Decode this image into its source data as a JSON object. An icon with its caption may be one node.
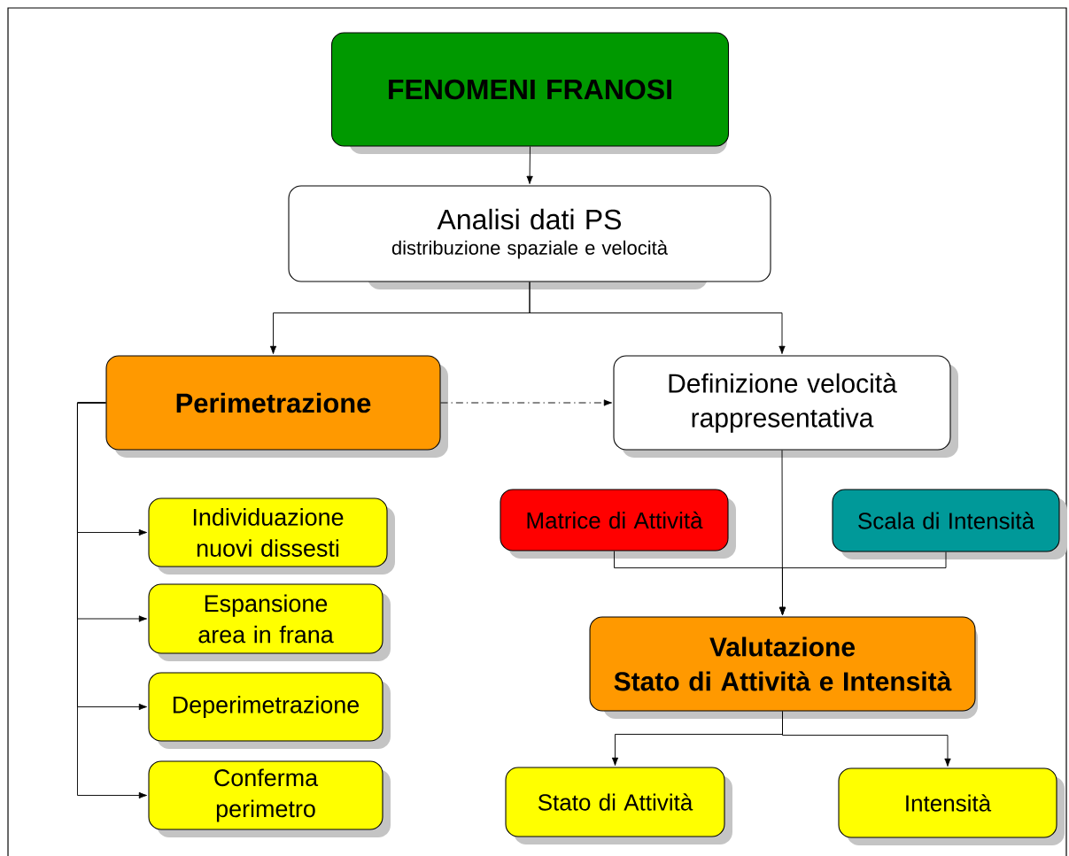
{
  "diagram": {
    "nodes": [
      {
        "text": [
          "FENOMENI FRANOSI"
        ]
      },
      {
        "text": [
          "Analisi dati PS",
          "distribuzione spaziale e velocità"
        ]
      },
      {
        "text": [
          "Perimetrazione"
        ]
      },
      {
        "text": [
          "Definizione velocità rappresentativa"
        ]
      },
      {
        "text": [
          "Individuazione nuovi dissesti"
        ]
      },
      {
        "text": [
          "Espansione area in frana"
        ]
      },
      {
        "text": [
          "Deperimetrazione"
        ]
      },
      {
        "text": [
          "Conferma perimetro"
        ]
      },
      {
        "text": [
          "Matrice di Attività"
        ]
      },
      {
        "text": [
          "Scala di Intensità"
        ]
      },
      {
        "text": [
          "Valutazione",
          "Stato di Attività e Intensità"
        ]
      },
      {
        "text": [
          "Stato di Attività"
        ]
      },
      {
        "text": [
          "Intensità"
        ]
      }
    ],
    "edges": [
      {
        "from": 0,
        "to": 1,
        "arrow": "to"
      },
      {
        "from": 1,
        "to": 2,
        "arrow": "to"
      },
      {
        "from": 1,
        "to": 3,
        "arrow": "to"
      },
      {
        "from": 2,
        "to": 3,
        "arrow": "to",
        "style": "dashed"
      },
      {
        "from": 2,
        "to": 4,
        "arrow": "to"
      },
      {
        "from": 2,
        "to": 5,
        "arrow": "to"
      },
      {
        "from": 2,
        "to": 6,
        "arrow": "to"
      },
      {
        "from": 2,
        "to": 7,
        "arrow": "to"
      },
      {
        "from": 3,
        "to": 10,
        "arrow": "to"
      },
      {
        "from": 8,
        "to": 10,
        "arrow": "to"
      },
      {
        "from": 9,
        "to": 10,
        "arrow": "to"
      },
      {
        "from": 10,
        "to": 11,
        "arrow": "to"
      },
      {
        "from": 10,
        "to": 12,
        "arrow": "to"
      }
    ]
  }
}
